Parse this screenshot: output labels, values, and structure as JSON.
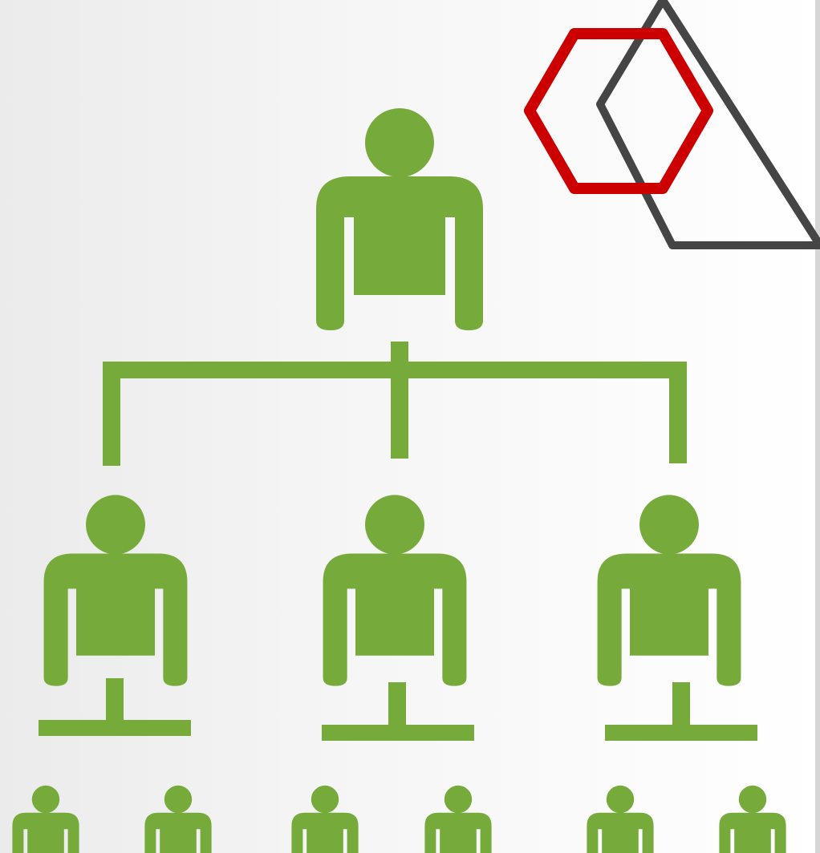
{
  "colors": {
    "figure": "#76ab3c",
    "hexagon_accent": "#cc0000",
    "hexagon_outline": "#454545"
  },
  "edge_text": ".",
  "org_chart": {
    "levels": [
      {
        "level": 1,
        "people": 1
      },
      {
        "level": 2,
        "people": 3
      },
      {
        "level": 3,
        "people": 6
      }
    ]
  },
  "icons": [
    "person-icon",
    "hexagon-icon",
    "hexagon-outline-icon"
  ]
}
